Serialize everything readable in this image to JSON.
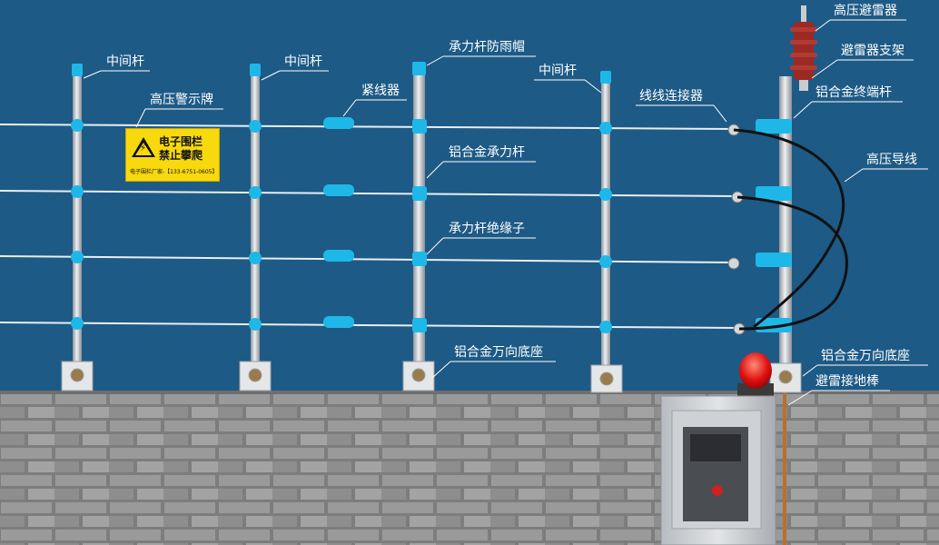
{
  "labels": {
    "mid_pole_1": "中间杆",
    "mid_pole_2": "中间杆",
    "mid_pole_3": "中间杆",
    "warning_sign": "高压警示牌",
    "tensioner": "紧线器",
    "bearing_cap": "承力杆防雨帽",
    "bearing_pole": "铝合金承力杆",
    "bearing_insulator": "承力杆绝缘子",
    "base_left": "铝合金万向底座",
    "wire_connector": "线线连接器",
    "arrester": "高压避雷器",
    "arrester_bracket": "避雷器支架",
    "end_pole": "铝合金终端杆",
    "hv_lead": "高压导线",
    "base_right": "铝合金万向底座",
    "ground_rod": "避雷接地棒"
  },
  "sign": {
    "line1": "电子围栏",
    "line2": "禁止攀爬",
    "footer": "电子围栏厂家-【133-6751-0605】"
  },
  "colors": {
    "sky": "#1d5a86",
    "insulator": "#1eb8e8",
    "pole": "#c9ccd0",
    "wall": "#8c8c8c",
    "sign": "#f7d90e",
    "hv_lead": "#111111",
    "arrester": "#9b2a24",
    "alarm_light": "#e01010"
  }
}
